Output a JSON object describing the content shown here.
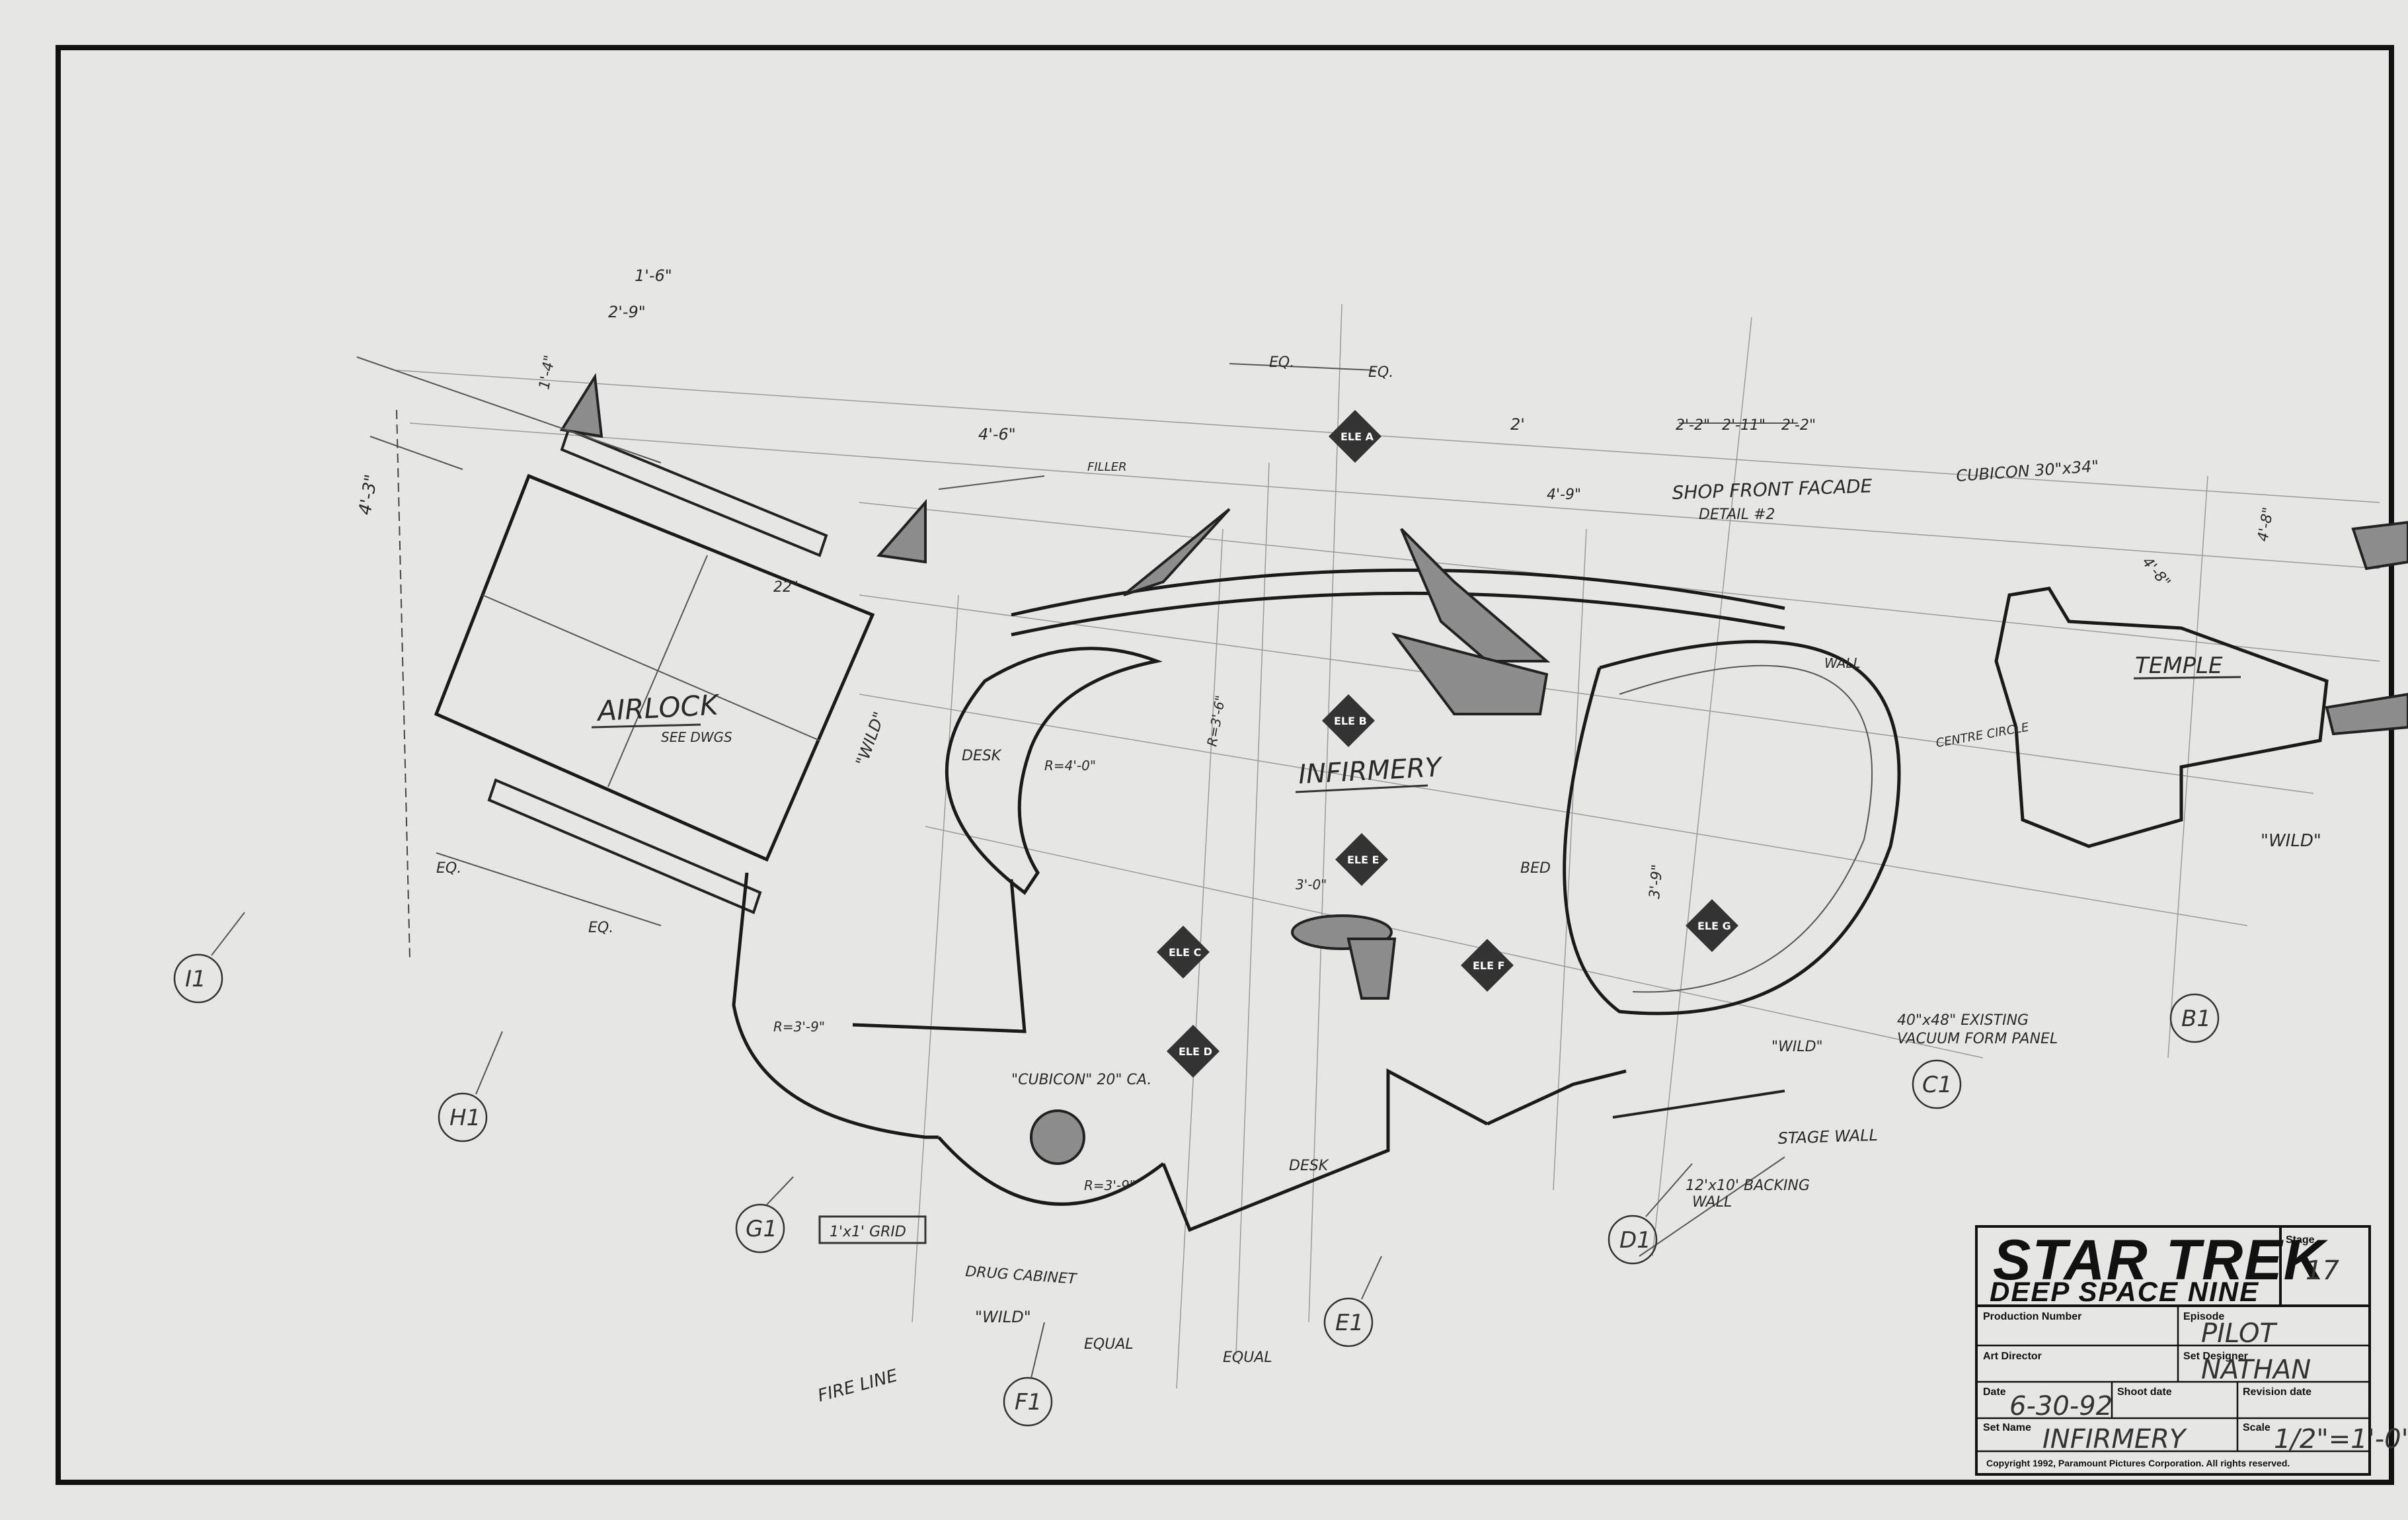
{
  "rooms": {
    "airlock": "AIRLOCK",
    "airlock_note": "SEE DWGS",
    "infirmery": "INFIRMERY",
    "temple": "TEMPLE"
  },
  "notes": {
    "cubicon_top": "CUBICON 30\"x34\"",
    "shop_front": "SHOP FRONT FACADE",
    "shop_front_detail": "DETAIL #2",
    "cubicon_center": "\"CUBICON\" 20\" CA.",
    "grid": "1'x1' GRID",
    "drug_cabinet": "DRUG CABINET",
    "fire_line": "FIRE LINE",
    "stage_wall": "STAGE WALL",
    "backing": "12'x10' BACKING",
    "backing2": "WALL",
    "vacuum1": "40\"x48\" EXISTING",
    "vacuum2": "VACUUM FORM PANEL",
    "desk1": "DESK",
    "desk2": "DESK",
    "bed": "BED",
    "wild1": "\"WILD\"",
    "wild2": "\"WILD\"",
    "wild3": "\"WILD\"",
    "wild4": "\"WILD\"",
    "equal1": "EQUAL",
    "equal2": "EQUAL",
    "eq1": "EQ.",
    "eq2": "EQ.",
    "eq3": "EQ.",
    "eq4": "EQ.",
    "filler": "FILLER",
    "centre_circle": "CENTRE CIRCLE",
    "wall_label": "WALL"
  },
  "dims": {
    "d1": "1'-6\"",
    "d2": "2'-9\"",
    "d3": "1'-4\"",
    "d4": "4'-3\"",
    "d5": "4'-6\"",
    "d6": "2'",
    "d7": "2'-2\"",
    "d8": "2'-11\"",
    "d9": "2'-2\"",
    "d10": "4'-9\"",
    "d11": "4'-8\"",
    "d12": "4'-8\"",
    "d13": "R=4'-0\"",
    "d14": "R=3'-9\"",
    "d15": "R=3'-9\"",
    "d16": "R=3'-6\"",
    "d17": "3'-0\"",
    "d18": "3'-9\"",
    "d19": "22\""
  },
  "grid_markers": [
    "I1",
    "H1",
    "G1",
    "F1",
    "E1",
    "D1",
    "C1",
    "B1"
  ],
  "elevations": [
    "ELE A",
    "ELE B",
    "ELE C",
    "ELE D",
    "ELE E",
    "ELE F",
    "ELE G"
  ],
  "title_block": {
    "logo_line1": "STAR TREK",
    "logo_line2": "DEEP SPACE NINE",
    "stage_label": "Stage",
    "stage_value": "17",
    "production_number_label": "Production Number",
    "episode_label": "Episode",
    "episode_value": "PILOT",
    "art_director_label": "Art Director",
    "set_designer_label": "Set Designer",
    "set_designer_value": "NATHAN",
    "date_label": "Date",
    "date_value": "6-30-92",
    "shoot_date_label": "Shoot date",
    "revision_date_label": "Revision date",
    "set_name_label": "Set Name",
    "set_name_value": "INFIRMERY",
    "scale_label": "Scale",
    "scale_value": "1/2\"=1'-0\"",
    "copyright": "Copyright 1992, Paramount Pictures Corporation.  All rights reserved."
  }
}
